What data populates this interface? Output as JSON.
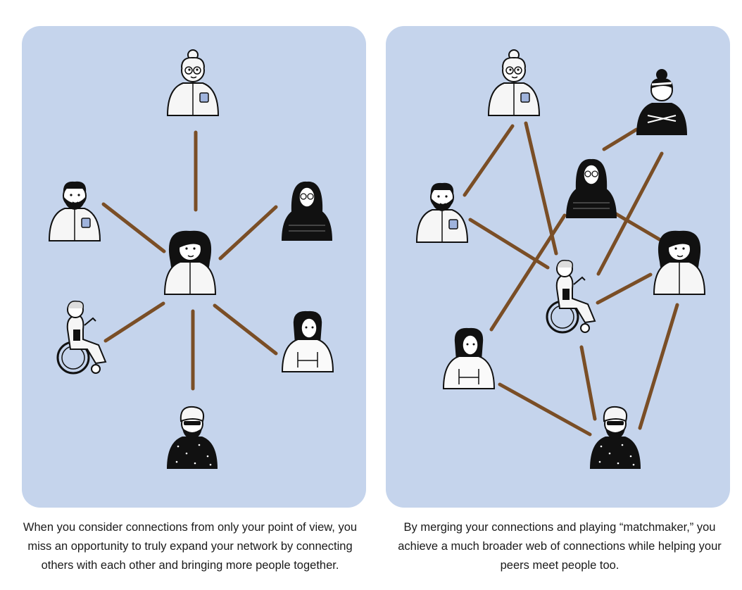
{
  "captions": {
    "left": "When you consider connections from only your point of view, you miss an opportunity to truly expand your network by connecting others with each other and bringing more people together.",
    "right": "By merging your connections and playing “matchmaker,” you achieve a much broader web of connections while helping your peers meet people too."
  },
  "colors": {
    "panel": "#c5d4ec",
    "connection": "#7a4e26",
    "ink": "#111111",
    "shirt": "#f6f6f6",
    "mug": "#9fb3dc"
  },
  "people": [
    "older-woman-with-mug",
    "bearded-man-with-mug",
    "woman-in-hijab",
    "young-woman",
    "wheelchair-user",
    "long-haired-person",
    "man-in-turban",
    "woman-with-headband"
  ]
}
